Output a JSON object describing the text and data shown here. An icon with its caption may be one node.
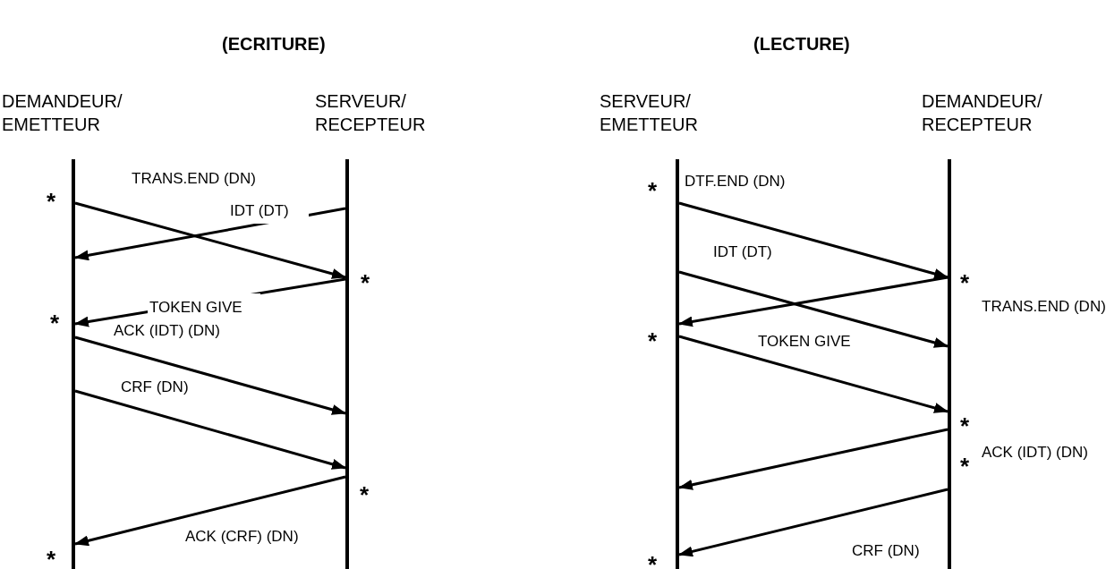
{
  "diagram": {
    "nodes": [
      {
        "text": [],
        "shape": "bar",
        "beside": [
          "DEMANDEUR/ EMETTEUR"
        ]
      },
      {
        "text": [],
        "shape": "bar",
        "beside": [
          "SERVEUR/ RECEPTEUR"
        ]
      },
      {
        "text": [],
        "shape": "bar",
        "beside": [
          "SERVEUR/ EMETTEUR"
        ]
      },
      {
        "text": [],
        "shape": "bar",
        "beside": [
          "DEMANDEUR/ RECEPTEUR"
        ]
      }
    ],
    "edges": [
      {
        "from": 0,
        "to": 1,
        "arrow": "to",
        "label": "TRANS.END (DN)"
      },
      {
        "from": 1,
        "to": 0,
        "arrow": "to",
        "label": "IDT (DT)"
      },
      {
        "from": 1,
        "to": 0,
        "arrow": "to",
        "label": "TOKEN GIVE"
      },
      {
        "from": 0,
        "to": 1,
        "arrow": "to",
        "label": "ACK (IDT) (DN)"
      },
      {
        "from": 0,
        "to": 1,
        "arrow": "to",
        "label": "CRF (DN)"
      },
      {
        "from": 1,
        "to": 0,
        "arrow": "to",
        "label": "ACK (CRF) (DN)"
      },
      {
        "from": 2,
        "to": 3,
        "arrow": "to",
        "label": "DTF.END (DN)"
      },
      {
        "from": 3,
        "to": 2,
        "arrow": "to",
        "label": "TRANS.END (DN)"
      },
      {
        "from": 2,
        "to": 3,
        "arrow": "to",
        "label": "IDT (DT)"
      },
      {
        "from": 2,
        "to": 3,
        "arrow": "to",
        "label": "TOKEN GIVE"
      },
      {
        "from": 3,
        "to": 2,
        "arrow": "to",
        "label": "ACK (IDT) (DN)"
      },
      {
        "from": 3,
        "to": 2,
        "arrow": "to",
        "label": "CRF (DN)"
      }
    ],
    "labels": [
      "(ECRITURE)",
      "(LECTURE)",
      "*",
      "*",
      "*",
      "*",
      "*",
      "*",
      "*",
      "*",
      "*",
      "*",
      "*"
    ]
  }
}
